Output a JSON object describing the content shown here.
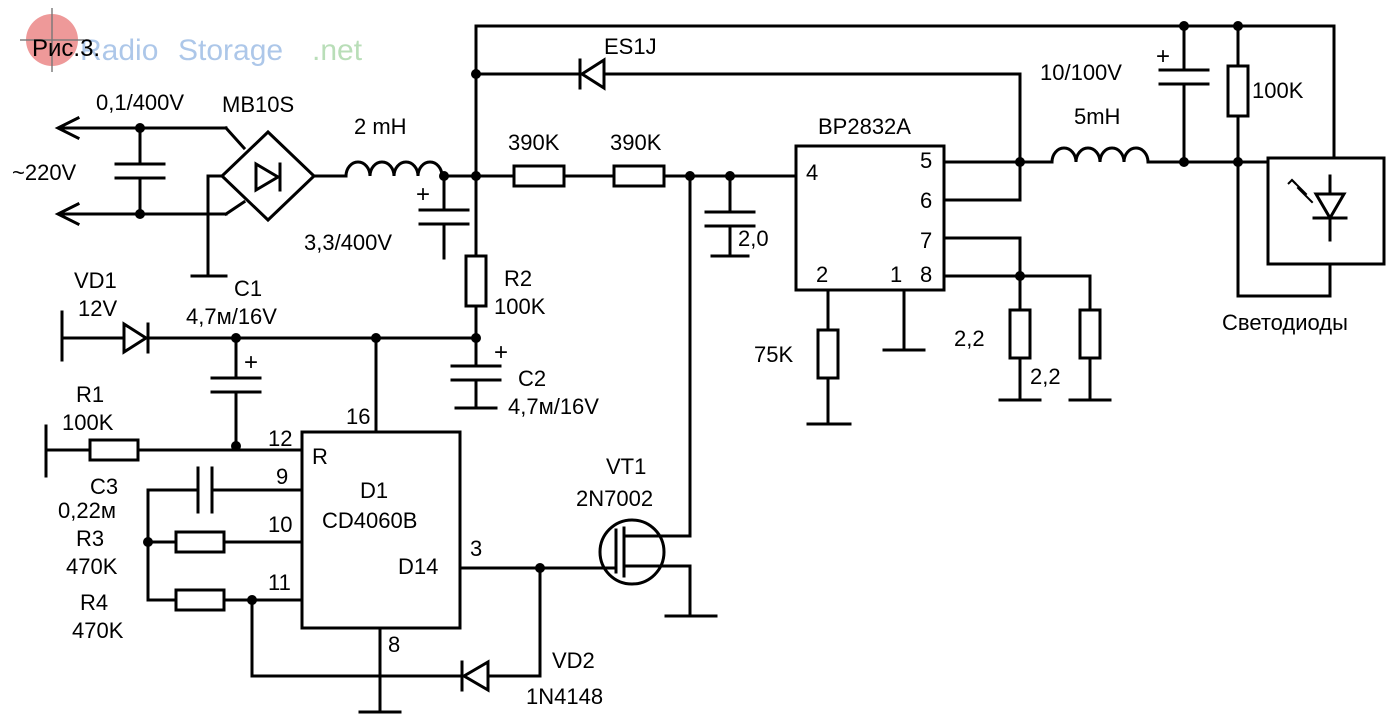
{
  "figure": {
    "caption": "Рис.3."
  },
  "watermark": {
    "radio": "Radio",
    "storage": "Storage",
    "net": ".net"
  },
  "input": {
    "voltage": "~220V"
  },
  "components": {
    "cin": "0,1/400V",
    "bridge": "MB10S",
    "inductor1": "2 mH",
    "cbulk": "3,3/400V",
    "r390a": "390K",
    "r390b": "390K",
    "cpin4": "2,0",
    "diode_es1j": "ES1J",
    "cout": "10/100V",
    "rout": "100K",
    "inductor2": "5mH",
    "r2_name": "R2",
    "r2_value": "100K",
    "vd1_name": "VD1",
    "vd1_value": "12V",
    "c1_name": "C1",
    "c1_value": "4,7м/16V",
    "c2_name": "C2",
    "c2_value": "4,7м/16V",
    "r1_name": "R1",
    "r1_value": "100K",
    "c3_name": "C3",
    "c3_value": "0,22м",
    "r3_name": "R3",
    "r3_value": "470K",
    "r4_name": "R4",
    "r4_value": "470K",
    "vt1_name": "VT1",
    "vt1_value": "2N7002",
    "vd2_name": "VD2",
    "vd2_value": "1N4148",
    "r75": "75K",
    "rcs1": "2,2",
    "rcs2": "2,2",
    "leds": "Светодиоды"
  },
  "d1": {
    "name": "D1",
    "part": "CD4060B",
    "reset": "R",
    "out": "D14",
    "pin12": "12",
    "pin9": "9",
    "pin10": "10",
    "pin11": "11",
    "pin16": "16",
    "pin3": "3",
    "pin8": "8"
  },
  "bp": {
    "part": "BP2832A",
    "pin4": "4",
    "pin5": "5",
    "pin6": "6",
    "pin7": "7",
    "pin8": "8",
    "pin2": "2",
    "pin1": "1"
  }
}
